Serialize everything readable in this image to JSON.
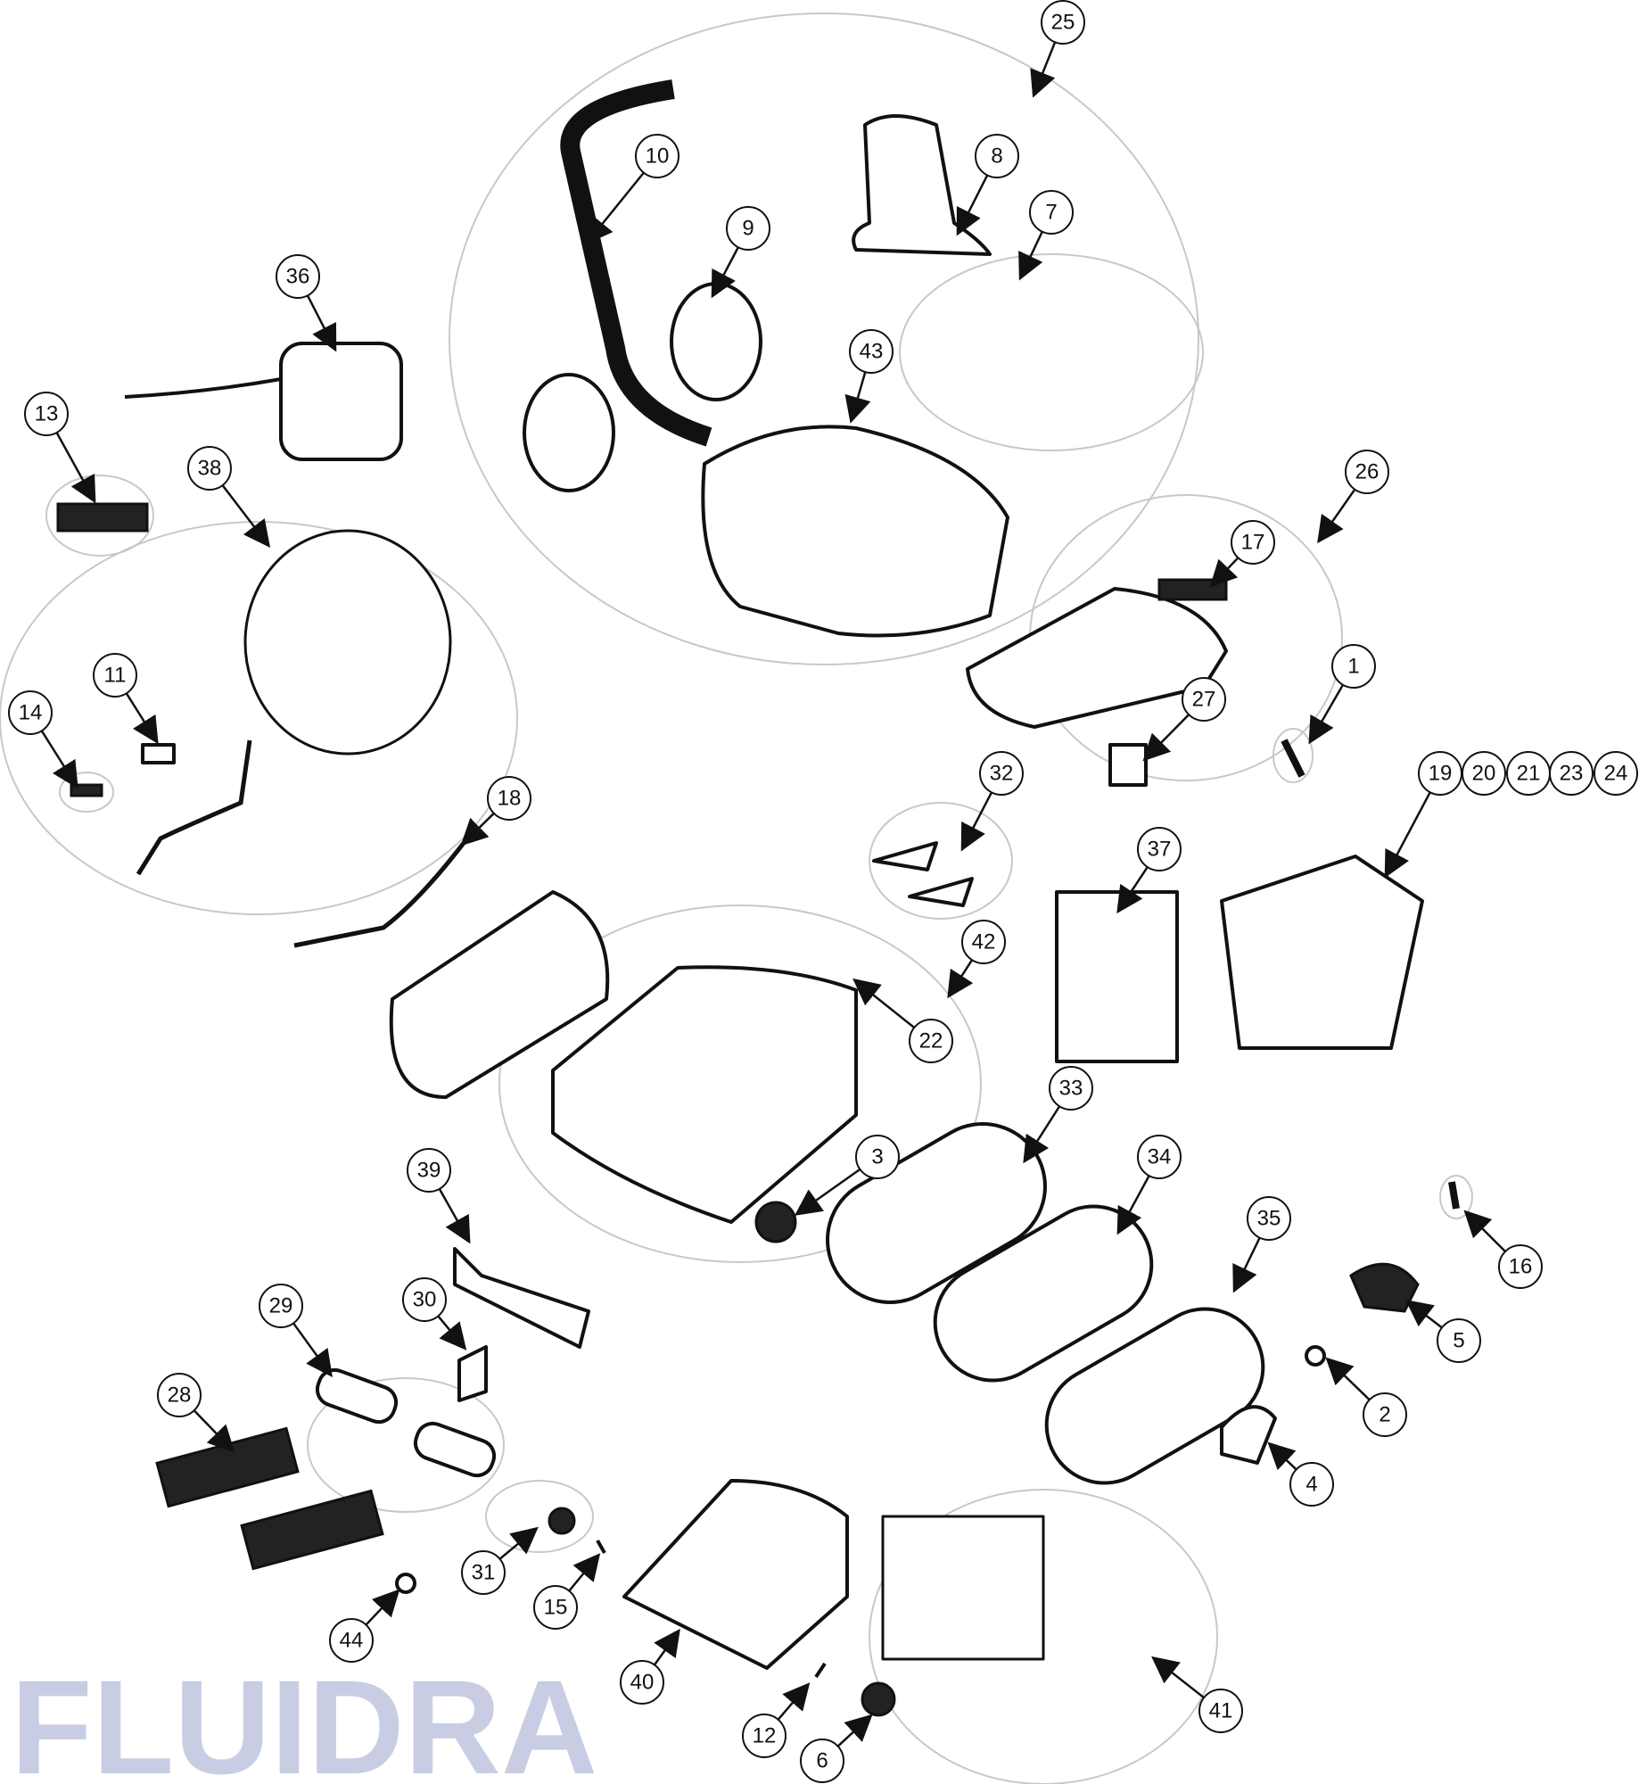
{
  "watermark": "FLUIDRA",
  "colors": {
    "line": "#111111",
    "group_outline": "#c8c8c8",
    "watermark": "#c9cde3"
  },
  "callouts": [
    "25",
    "10",
    "9",
    "8",
    "7",
    "43",
    "36",
    "13",
    "38",
    "26",
    "17",
    "1",
    "27",
    "11",
    "14",
    "18",
    "32",
    "37",
    "19",
    "20",
    "21",
    "23",
    "24",
    "42",
    "22",
    "33",
    "34",
    "35",
    "3",
    "39",
    "16",
    "5",
    "30",
    "29",
    "28",
    "2",
    "4",
    "31",
    "15",
    "44",
    "40",
    "41",
    "12",
    "6"
  ]
}
